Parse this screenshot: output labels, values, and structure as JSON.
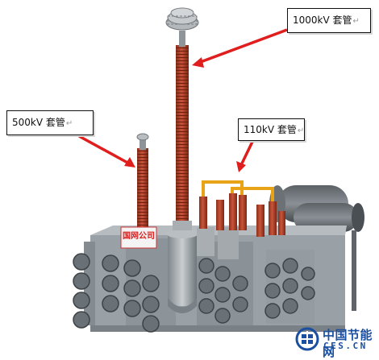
{
  "callouts": {
    "kv1000": {
      "label": "1000kV 套管",
      "mark": "↵"
    },
    "kv500": {
      "label": "500kV 套管",
      "mark": "↵"
    },
    "kv110": {
      "label": "110kV 套管",
      "mark": "↵"
    }
  },
  "tank_plate": "国网公司",
  "watermark": {
    "cn": "中国节能网",
    "en": "CES.CN",
    "icon": "globe-logo-icon"
  },
  "colors": {
    "bushing": "#b5452c",
    "arrow": "#e01e1e",
    "tank": "#9aa1a6",
    "yoke": "#e8a317",
    "watermark": "#1b4fa0"
  }
}
